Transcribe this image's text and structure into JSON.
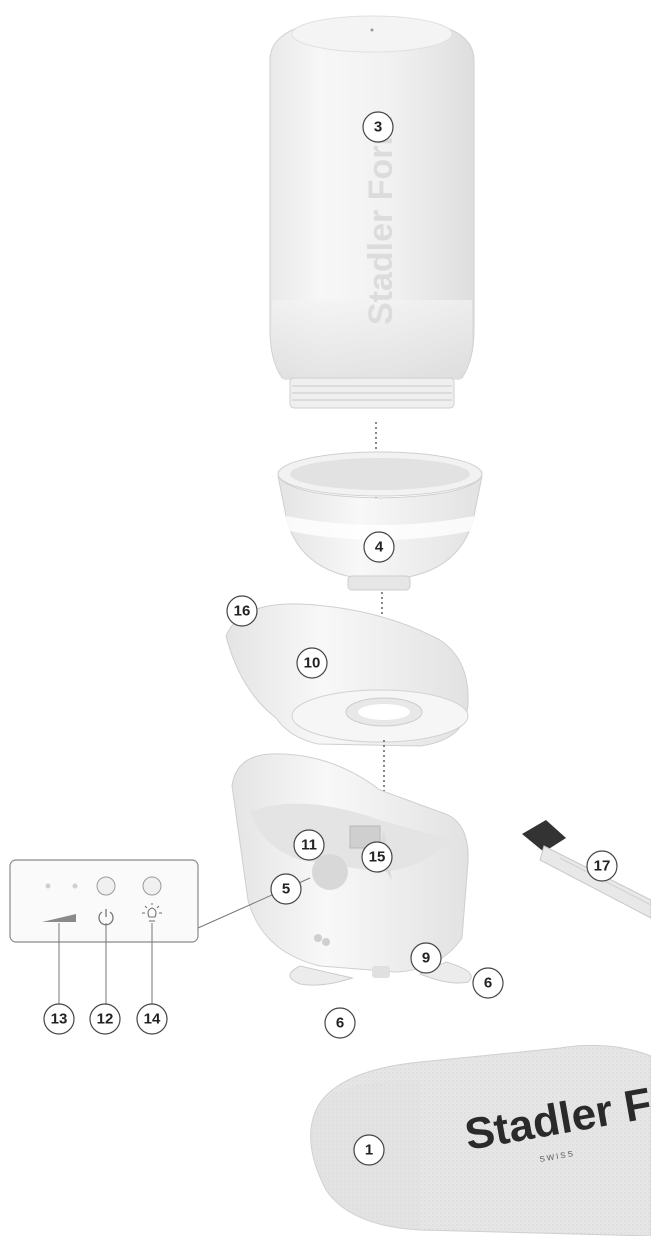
{
  "brand": {
    "tank_text": "Stadler Form",
    "bag_text": "Stadler F",
    "bag_subtext": "SWISS"
  },
  "callouts": [
    {
      "id": "c1",
      "label": "1"
    },
    {
      "id": "c3",
      "label": "3"
    },
    {
      "id": "c4",
      "label": "4"
    },
    {
      "id": "c5",
      "label": "5"
    },
    {
      "id": "c6a",
      "label": "6"
    },
    {
      "id": "c6b",
      "label": "6"
    },
    {
      "id": "c9",
      "label": "9"
    },
    {
      "id": "c10",
      "label": "10"
    },
    {
      "id": "c11",
      "label": "11"
    },
    {
      "id": "c12",
      "label": "12"
    },
    {
      "id": "c13",
      "label": "13"
    },
    {
      "id": "c14",
      "label": "14"
    },
    {
      "id": "c15",
      "label": "15"
    },
    {
      "id": "c16",
      "label": "16"
    },
    {
      "id": "c17",
      "label": "17"
    }
  ],
  "control_panel": {
    "icons": [
      "indicator-led-icon",
      "indicator-led-icon",
      "power-button",
      "light-button",
      "mist-level-icon",
      "power-icon",
      "light-icon"
    ]
  }
}
